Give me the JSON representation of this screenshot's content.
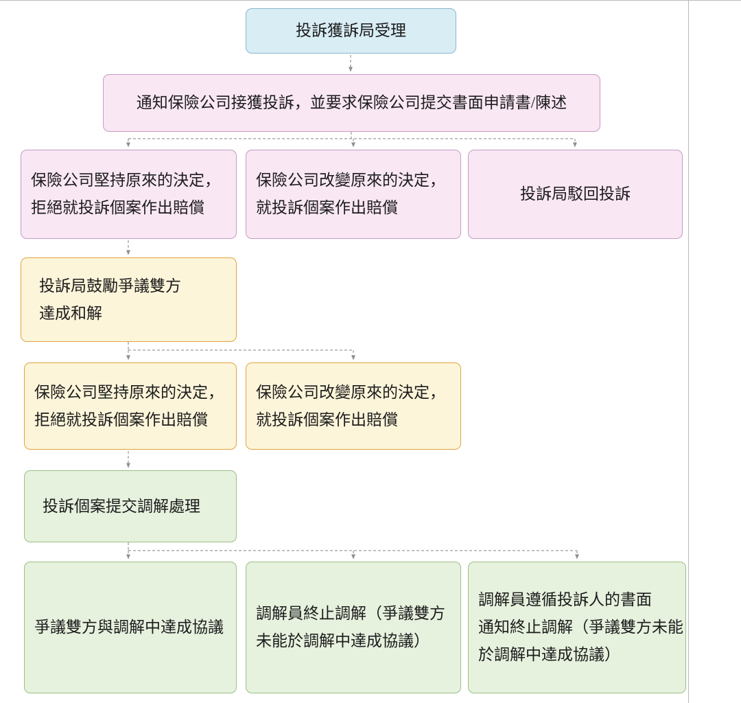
{
  "colors": {
    "blue_fill": "#d9edf5",
    "blue_border": "#8ab6c9",
    "pink_fill": "#f9e7f4",
    "pink_border": "#c49cc4",
    "yellow_fill": "#fdf5da",
    "yellow_border": "#e2a23e",
    "green_fill": "#e6f1de",
    "green_border": "#9cbf85",
    "connector": "#9a9a9a",
    "text": "#1c1c1c"
  },
  "nodes": {
    "received": {
      "lines": [
        "投訴獲訴局受理"
      ]
    },
    "notify": {
      "lines": [
        "通知保險公司接獲投訴，並要求保險公司提交書面申請書/陳述"
      ]
    },
    "insist_1": {
      "lines": [
        "保險公司堅持原來的決定，",
        "拒絕就投訴個案作出賠償"
      ]
    },
    "changed_1": {
      "lines": [
        "保險公司改變原來的決定，",
        "就投訴個案作出賠償"
      ]
    },
    "dismissed": {
      "lines": [
        "投訴局駁回投訴"
      ]
    },
    "encourage_settlement": {
      "lines": [
        "投訴局鼓勵爭議雙方",
        "達成和解"
      ]
    },
    "insist_2": {
      "lines": [
        "保險公司堅持原來的決定，",
        "拒絕就投訴個案作出賠償"
      ]
    },
    "changed_2": {
      "lines": [
        "保險公司改變原來的決定，",
        "就投訴個案作出賠償"
      ]
    },
    "mediation": {
      "lines": [
        "投訴個案提交調解處理"
      ]
    },
    "agreement": {
      "lines": [
        "爭議雙方與調解中達成協議"
      ]
    },
    "mediator_terminates": {
      "lines": [
        "調解員終止調解（爭議雙方",
        "未能於調解中達成協議）"
      ]
    },
    "written_notice_terminates": {
      "lines": [
        "調解員遵循投訴人的書面",
        "通知終止調解（爭議雙方未能",
        "於調解中達成協議）"
      ]
    }
  }
}
